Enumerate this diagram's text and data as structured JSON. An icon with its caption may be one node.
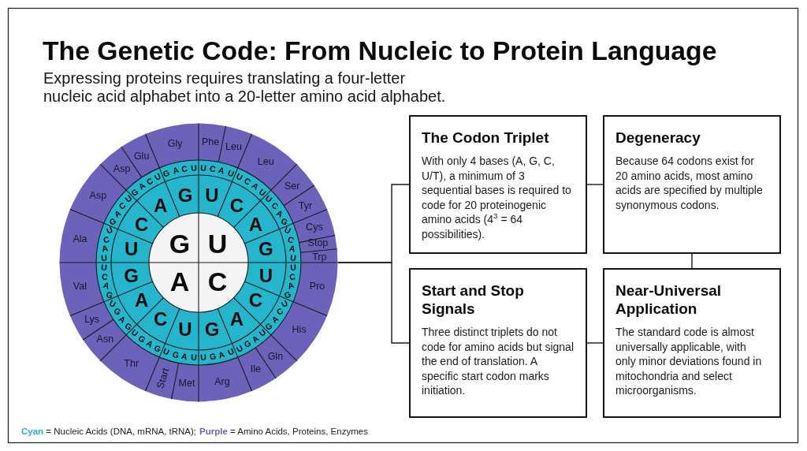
{
  "diagram": {
    "title": "The Genetic Code: From Nucleic to Protein Language",
    "nodes": [
      {
        "text": [
          "G",
          "U",
          "A",
          "C",
          "U",
          "C",
          "A",
          "G",
          "U",
          "C",
          "A",
          "G",
          "U",
          "C",
          "A",
          "G",
          "U",
          "C",
          "A",
          "G",
          "U",
          "C",
          "A",
          "U",
          "U",
          "C",
          "A",
          "U",
          "U",
          "C",
          "A",
          "G",
          "U",
          "C",
          "A",
          "U",
          "U",
          "C",
          "A",
          "G",
          "U",
          "C",
          "A",
          "G",
          "U",
          "A",
          "G",
          "U",
          "U",
          "A",
          "G",
          "U",
          "U",
          "A",
          "G",
          "U",
          "G",
          "A",
          "G",
          "U",
          "G",
          "A",
          "G",
          "U",
          "G",
          "A",
          "C",
          "U",
          "U",
          "A",
          "C",
          "U",
          "G",
          "A",
          "C",
          "U",
          "G",
          "A",
          "C",
          "U",
          "G",
          "A",
          "C",
          "U",
          "Phe",
          "Leu",
          "Leu",
          "Ser",
          "Tyr",
          "Cys",
          "Stop",
          "Trp",
          "Pro",
          "His",
          "Gln",
          "Ile",
          "Arg",
          "Met",
          "Start",
          "Thr",
          "Asn",
          "Lys",
          "Val",
          "Ala",
          "Asp",
          "Asp",
          "Glu",
          "Gly"
        ]
      },
      {
        "text": [
          "The Codon Triplet",
          "With only 4 bases (A, G, C, U/T), a minimum of 3 sequential bases is required to code for 20 proteinogenic amino acids (4$^{3}$ = 64 possibilities)."
        ]
      },
      {
        "text": [
          "Degeneracy",
          "Because 64 codons exist for 20 amino acids, most amino acids are specified by multiple synonymous codons."
        ]
      },
      {
        "text": [
          "Start and Stop Signals",
          "Three distinct triplets do not code for amino acids but signal the end of translation. A specific start codon marks initiation."
        ]
      },
      {
        "text": [
          "Near-Universal Application",
          "The standard code is almost universally applicable, with only minor deviations found in mitochondria and select microorganisms."
        ]
      }
    ],
    "edges": [
      {
        "from": 0,
        "to": 1,
        "arrow": "none"
      },
      {
        "from": 0,
        "to": 3,
        "arrow": "none"
      },
      {
        "from": 1,
        "to": 2,
        "arrow": "none"
      },
      {
        "from": 2,
        "to": 4,
        "arrow": "none"
      },
      {
        "from": 3,
        "to": 4,
        "arrow": "none"
      }
    ],
    "labels": [
      "Expressing proteins requires translating a four-letter nucleic acid alphabet into a 20-letter amino acid alphabet."
    ],
    "legend": [
      {
        "text": "**Cyan** = Nucleic Acids (DNA, mRNA, tRNA);",
        "color": "#25b2c9"
      },
      {
        "text": "**Purple** = Amino Acids, Proteins, Enzymes",
        "color": "#6c62ba"
      }
    ]
  }
}
